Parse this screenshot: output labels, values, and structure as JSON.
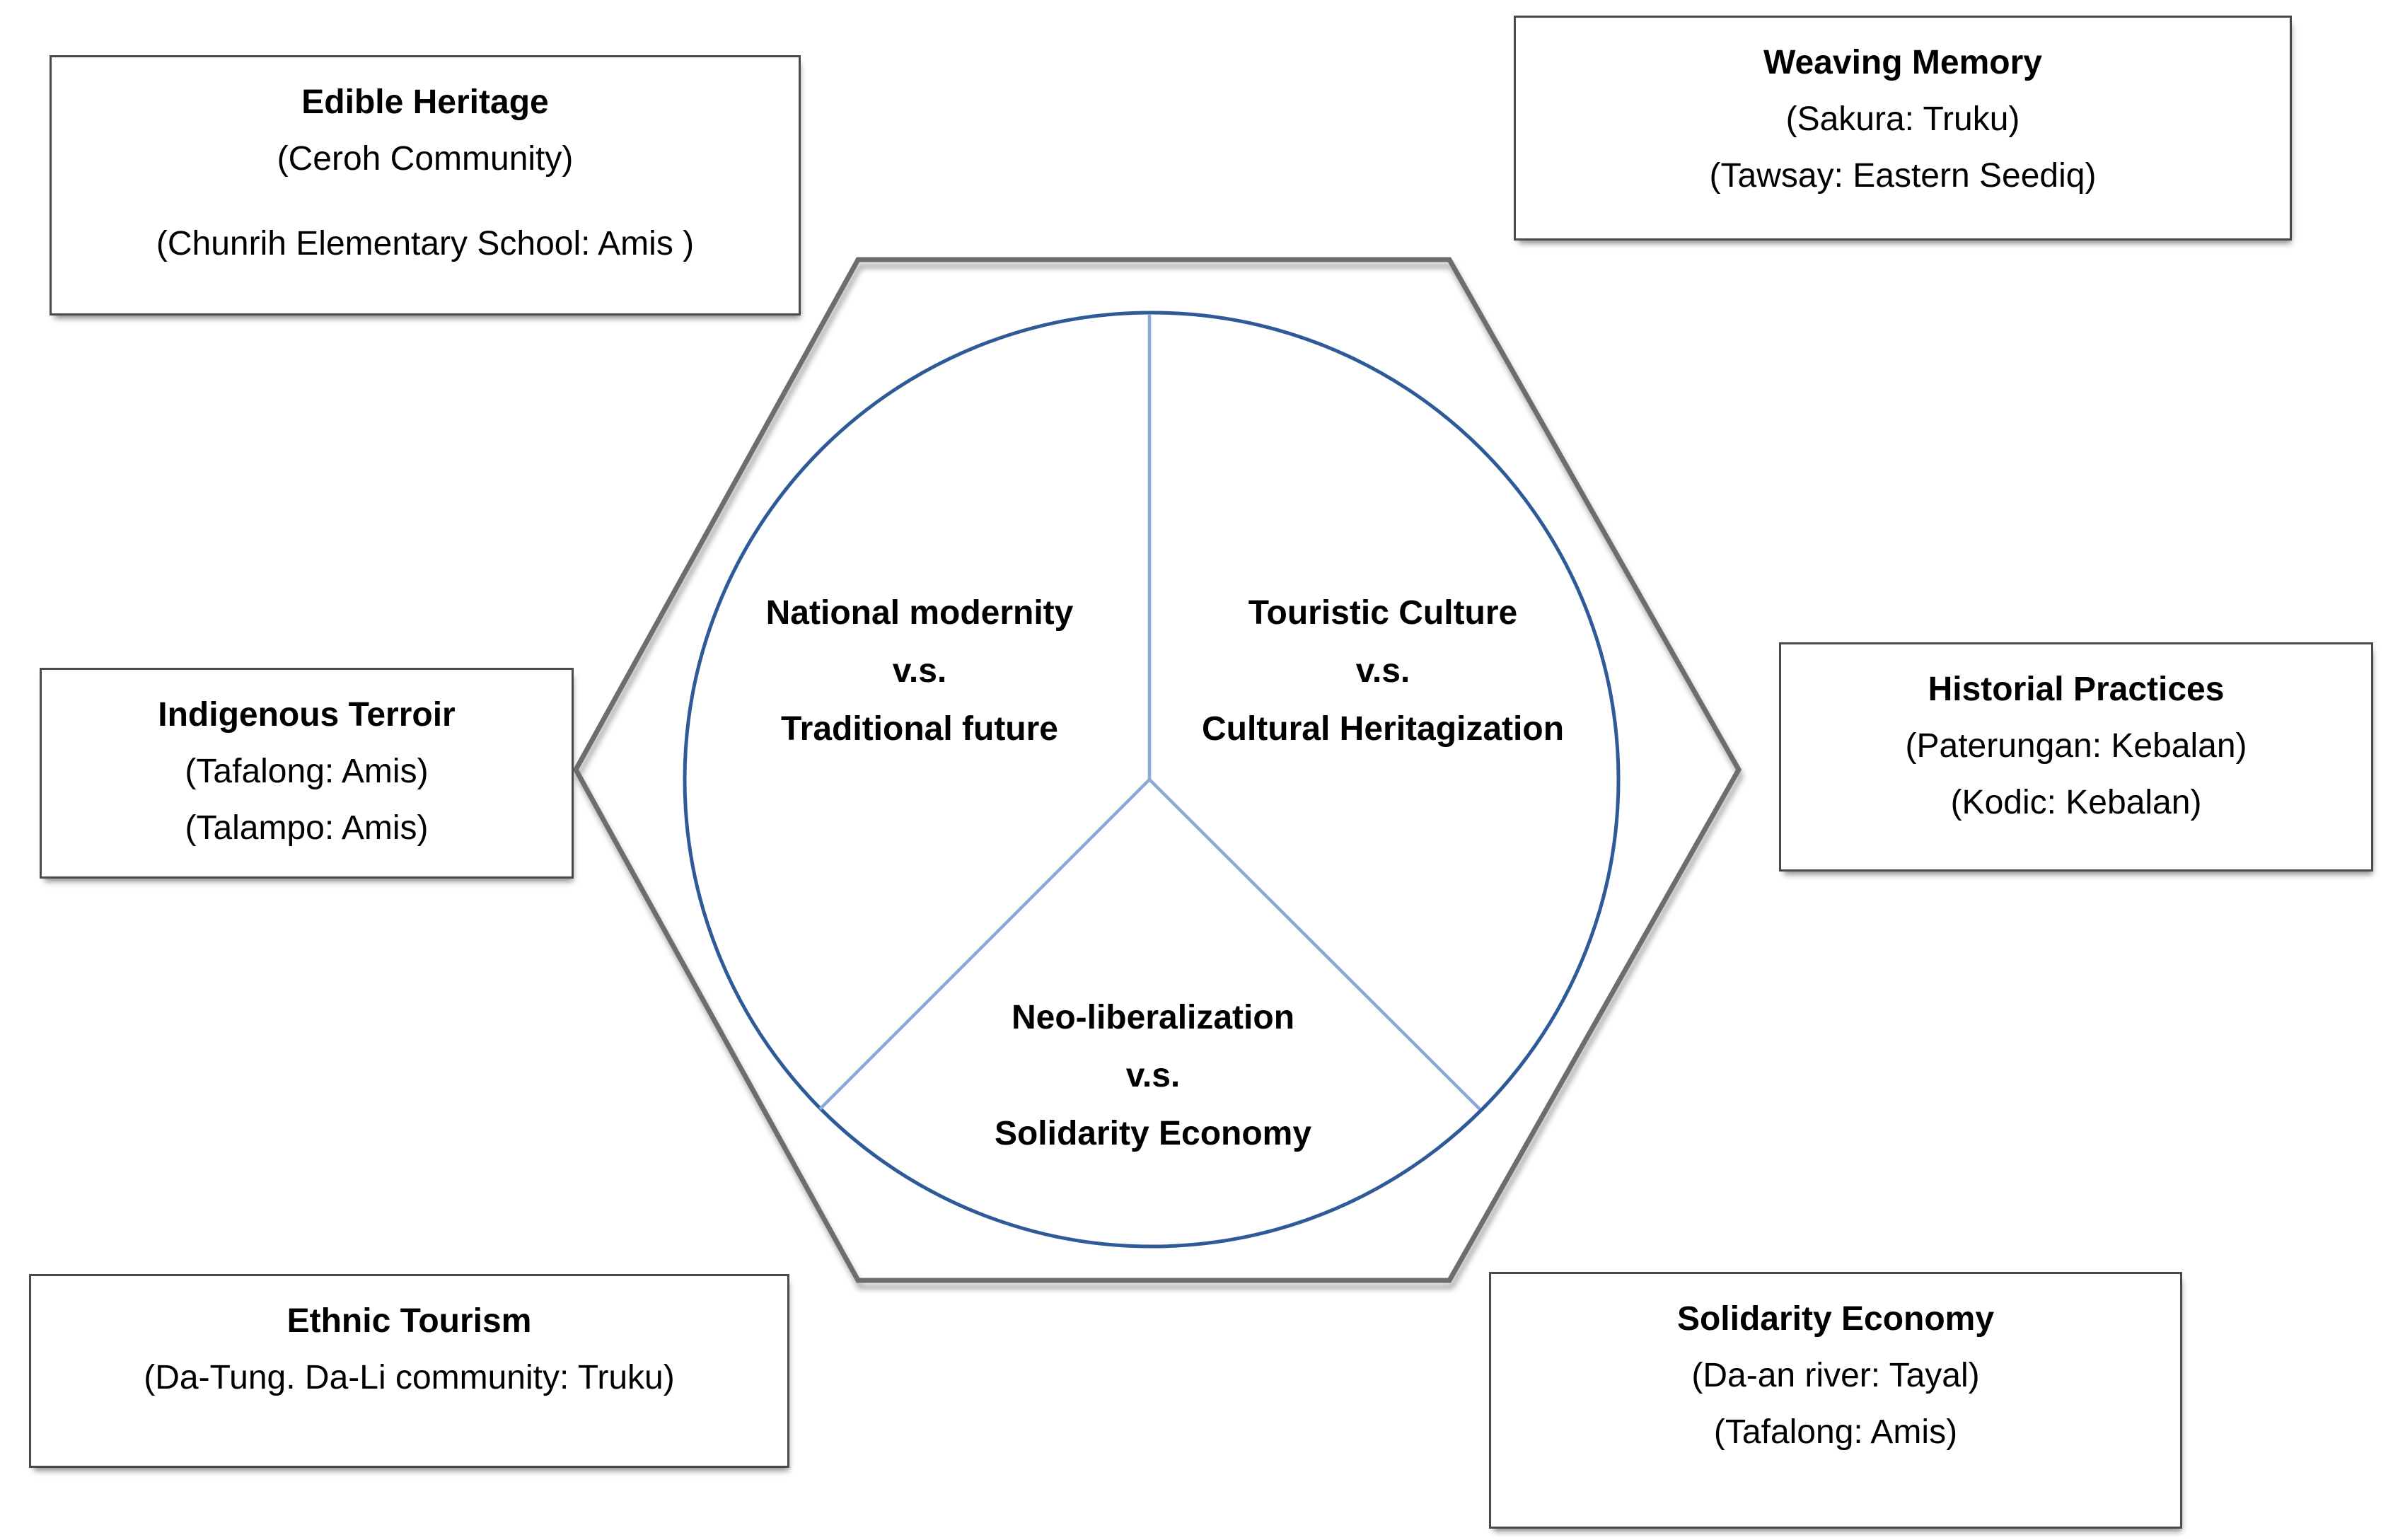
{
  "diagram": {
    "hexagon_stroke_color": "#6d6d6d",
    "circle_stroke_color": "#2e5b97",
    "divider_stroke_color": "#8aa9d6",
    "box_border_color": "#4a4a4a"
  },
  "outer_boxes": {
    "edible_heritage": {
      "title": "Edible Heritage",
      "line1": "(Ceroh Community)",
      "line2": "(Chunrih Elementary School: Amis )"
    },
    "weaving_memory": {
      "title": "Weaving Memory",
      "line1": "(Sakura: Truku)",
      "line2": "(Tawsay: Eastern Seediq)"
    },
    "indigenous_terroir": {
      "title": "Indigenous Terroir",
      "line1": "(Tafalong: Amis)",
      "line2": "(Talampo: Amis)"
    },
    "historial_practices": {
      "title": "Historial Practices",
      "line1": "(Paterungan: Kebalan)",
      "line2": "(Kodic: Kebalan)"
    },
    "ethnic_tourism": {
      "title": "Ethnic Tourism",
      "line1": "(Da-Tung. Da-Li community: Truku)"
    },
    "solidarity_economy": {
      "title": "Solidarity Economy",
      "line1": "(Da-an river: Tayal)",
      "line2": "(Tafalong: Amis)"
    }
  },
  "inner_sectors": {
    "left": {
      "line1": "National modernity",
      "line2": "v.s.",
      "line3": "Traditional future"
    },
    "right": {
      "line1": "Touristic Culture",
      "line2": "v.s.",
      "line3": "Cultural Heritagization"
    },
    "bottom": {
      "line1": "Neo-liberalization",
      "line2": "v.s.",
      "line3": "Solidarity Economy"
    }
  }
}
